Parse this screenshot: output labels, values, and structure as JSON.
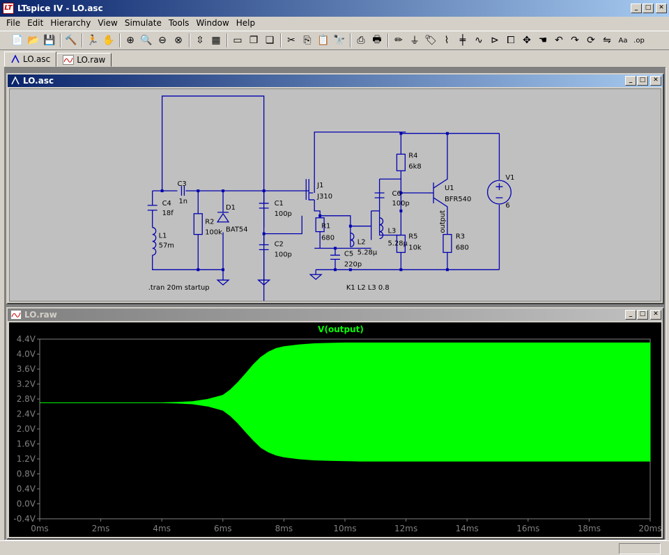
{
  "window": {
    "title": "LTspice IV - LO.asc"
  },
  "menu": [
    "File",
    "Edit",
    "Hierarchy",
    "View",
    "Simulate",
    "Tools",
    "Window",
    "Help"
  ],
  "toolbar_icons": [
    "new-schematic-icon",
    "open-icon",
    "save-icon",
    "control-panel-icon",
    "run-icon",
    "halt-icon",
    "zoom-in-icon",
    "zoom-pan-icon",
    "zoom-out-icon",
    "zoom-cancel-icon",
    "autorange-icon",
    "grid-icon",
    "tile-horizontal-icon",
    "cascade-icon",
    "close-all-icon",
    "cut-icon",
    "copy-icon",
    "paste-icon",
    "find-icon",
    "print-setup-icon",
    "print-icon",
    "draw-wire-icon",
    "ground-icon",
    "label-net-icon",
    "resistor-icon",
    "capacitor-icon",
    "inductor-icon",
    "diode-icon",
    "component-icon",
    "move-icon",
    "drag-icon",
    "undo-icon",
    "redo-icon",
    "rotate-icon",
    "mirror-icon",
    "text-icon",
    "spice-directive-icon"
  ],
  "tabs": [
    {
      "label": "LO.asc",
      "icon": "schematic-icon"
    },
    {
      "label": "LO.raw",
      "icon": "waveform-icon"
    }
  ],
  "schematic": {
    "title": "LO.asc",
    "labels": {
      "c3": "C3",
      "c3_val": "1n",
      "c4": "C4",
      "c4_val": "18f",
      "l1": "L1",
      "l1_val": "57m",
      "r2": "R2",
      "r2_val": "100k",
      "d1": "D1",
      "d1_val": "BAT54",
      "c1": "C1",
      "c1_val": "100p",
      "c2": "C2",
      "c2_val": "100p",
      "j1": "J1",
      "j1_val": "J310",
      "r1": "R1",
      "r1_val": "680",
      "c5": "C5",
      "c5_val": "220p",
      "l2": "L2",
      "l2_val": "5.28μ",
      "l3": "L3",
      "l3_val": "5.28μ",
      "c6": "C6",
      "c6_val": "100p",
      "r4": "R4",
      "r4_val": "6k8",
      "r5": "R5",
      "r5_val": "10k",
      "u1": "U1",
      "u1_val": "BFR540",
      "r3": "R3",
      "r3_val": "680",
      "v1": "V1",
      "v1_val": "6",
      "output": "output",
      "tran": ".tran 20m startup",
      "coupling": "K1 L2 L3 0.8"
    }
  },
  "waveform_window": {
    "title": "LO.raw"
  },
  "chart_data": {
    "type": "area",
    "title": "V(output)",
    "series": [
      {
        "name": "V(output)",
        "color": "#00ff00",
        "x": [
          0,
          1,
          2,
          3,
          4,
          4.5,
          5,
          5.5,
          6,
          6.25,
          6.5,
          6.75,
          7,
          7.25,
          7.5,
          7.75,
          8,
          8.5,
          9,
          9.5,
          10,
          10.5,
          11,
          12,
          14,
          16,
          18,
          20
        ],
        "upper": [
          2.7,
          2.7,
          2.7,
          2.7,
          2.7,
          2.71,
          2.73,
          2.79,
          2.9,
          3.05,
          3.25,
          3.48,
          3.72,
          3.92,
          4.06,
          4.15,
          4.2,
          4.25,
          4.28,
          4.29,
          4.3,
          4.3,
          4.3,
          4.3,
          4.3,
          4.3,
          4.3,
          4.3
        ],
        "lower": [
          2.7,
          2.7,
          2.7,
          2.7,
          2.7,
          2.69,
          2.67,
          2.61,
          2.5,
          2.35,
          2.15,
          1.92,
          1.7,
          1.5,
          1.38,
          1.3,
          1.25,
          1.2,
          1.17,
          1.16,
          1.15,
          1.14,
          1.14,
          1.14,
          1.14,
          1.14,
          1.14,
          1.14
        ]
      }
    ],
    "xlabel": "",
    "ylabel": "",
    "xlim": [
      0,
      20
    ],
    "ylim": [
      -0.4,
      4.4
    ],
    "x_ticks": [
      "0ms",
      "2ms",
      "4ms",
      "6ms",
      "8ms",
      "10ms",
      "12ms",
      "14ms",
      "16ms",
      "18ms",
      "20ms"
    ],
    "y_ticks": [
      "-0.4V",
      "0.0V",
      "0.4V",
      "0.8V",
      "1.2V",
      "1.6V",
      "2.0V",
      "2.4V",
      "2.8V",
      "3.2V",
      "3.6V",
      "4.0V",
      "4.4V"
    ],
    "grid": false
  }
}
